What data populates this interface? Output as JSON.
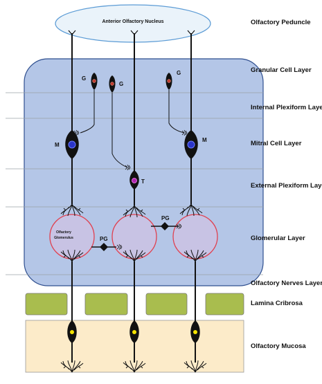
{
  "nucleus": {
    "label": "Anterior Olfactory Nucleus"
  },
  "layers": [
    {
      "key": "peduncle",
      "label": "Olfactory Peduncle"
    },
    {
      "key": "granular",
      "label": "Granular Cell Layer"
    },
    {
      "key": "internal_plexiform",
      "label": "Internal Plexiform Layer"
    },
    {
      "key": "mitral",
      "label": "Mitral Cell Layer"
    },
    {
      "key": "external_plexiform",
      "label": "External Plexiform Layer"
    },
    {
      "key": "glomerular",
      "label": "Glomerular Layer"
    },
    {
      "key": "nerves",
      "label": "Olfactory Nerves Layer"
    },
    {
      "key": "cribrosa",
      "label": "Lamina Cribrosa"
    },
    {
      "key": "mucosa",
      "label": "Olfactory Mucosa"
    }
  ],
  "cells": {
    "granule": "G",
    "mitral": "M",
    "tufted": "T",
    "periglomerular": "PG"
  },
  "glomerulus_label_line1": "Olfactory",
  "glomerulus_label_line2": "Glomerulus",
  "colors": {
    "bulb_fill": "#b4c6e7",
    "bulb_stroke": "#2f4f8f",
    "nucleus_fill": "#eaf3fa",
    "nucleus_stroke": "#5b9bd5",
    "cribrosa_fill": "#a9bd4e",
    "mucosa_fill": "#fcebc9",
    "glomerulus_stroke": "#e0404f",
    "mitral_nucleus": "#2b35c8",
    "tufted_nucleus": "#b026b0",
    "receptor_nucleus": "#f5e400",
    "granule_nucleus": "#c0392b"
  }
}
